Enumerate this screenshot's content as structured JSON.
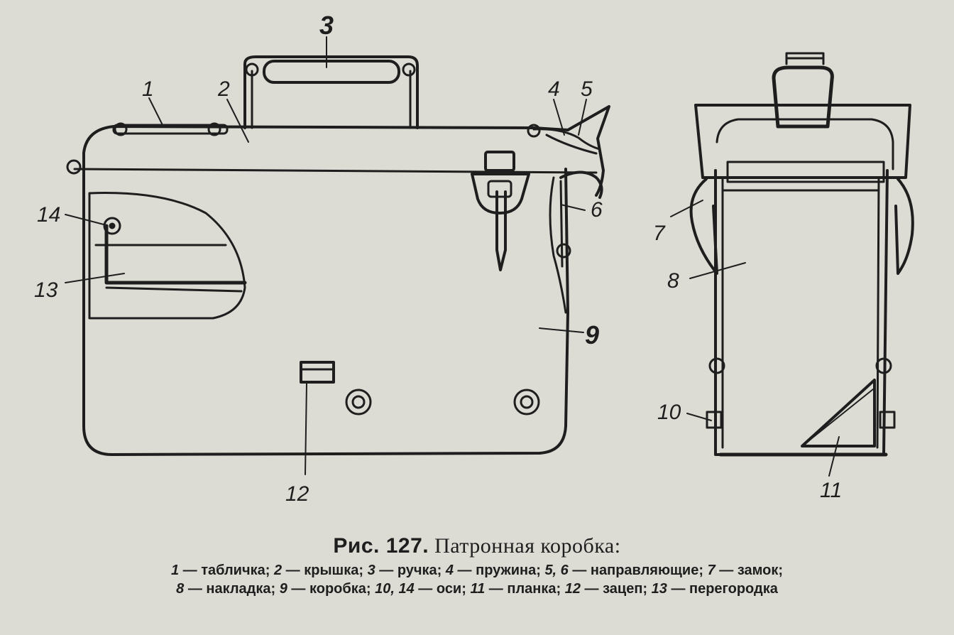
{
  "figure": {
    "prefix": "Рис. 127.",
    "title": "Патронная коробка:"
  },
  "callouts": [
    "1",
    "2",
    "3",
    "4",
    "5",
    "6",
    "7",
    "8",
    "9",
    "10",
    "11",
    "12",
    "13",
    "14"
  ],
  "legend": [
    {
      "num": "1",
      "text": "табличка"
    },
    {
      "num": "2",
      "text": "крышка"
    },
    {
      "num": "3",
      "text": "ручка"
    },
    {
      "num": "4",
      "text": "пружина"
    },
    {
      "num": "5, 6",
      "text": "направляющие"
    },
    {
      "num": "7",
      "text": "замок"
    },
    {
      "num": "8",
      "text": "накладка"
    },
    {
      "num": "9",
      "text": "коробка"
    },
    {
      "num": "10, 14",
      "text": "оси"
    },
    {
      "num": "11",
      "text": "планка"
    },
    {
      "num": "12",
      "text": "зацеп"
    },
    {
      "num": "13",
      "text": "перегородка"
    }
  ]
}
